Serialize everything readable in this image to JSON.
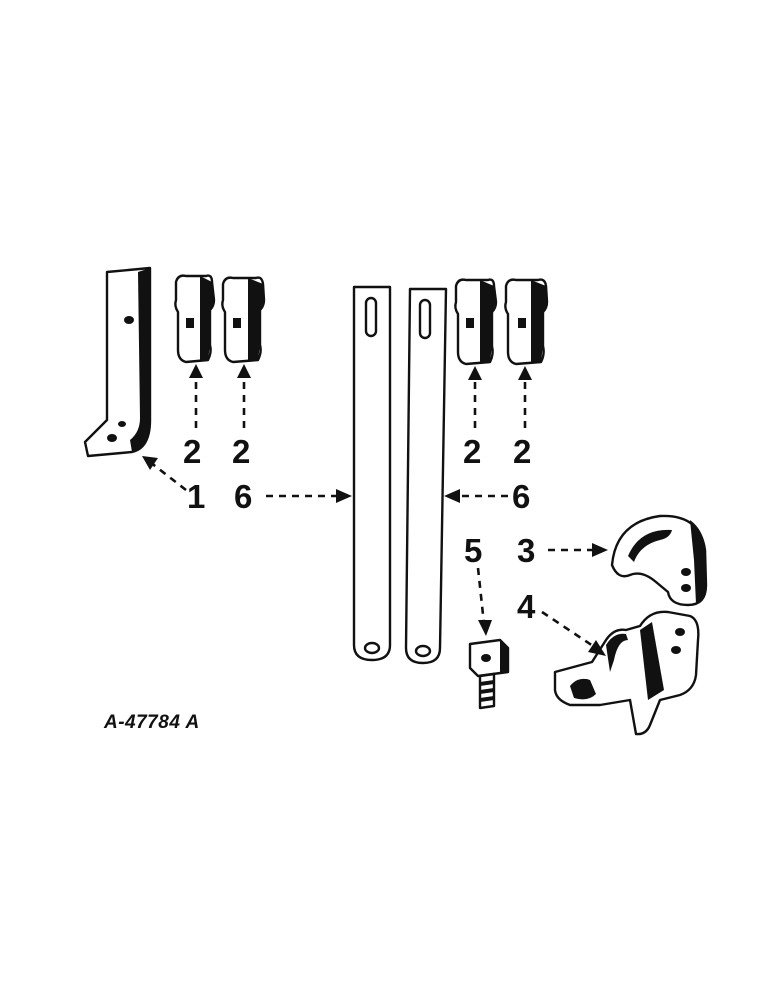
{
  "diagram": {
    "figure_id": "A-47784 A",
    "callouts": [
      "1",
      "2",
      "2",
      "2",
      "2",
      "6",
      "6",
      "5",
      "3",
      "4"
    ],
    "colors": {
      "ink": "#111111",
      "paper": "#ffffff"
    }
  }
}
